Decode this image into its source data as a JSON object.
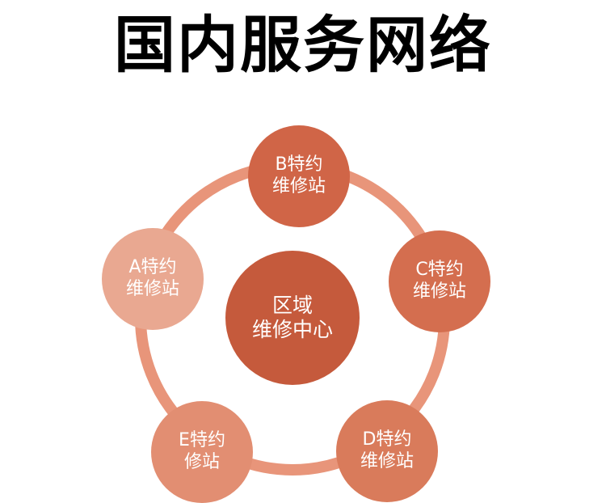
{
  "title": "国内服务网络",
  "colors": {
    "ring": "#e8957a",
    "center": "#c55a3c",
    "node_b": "#d06547",
    "node_c": "#d46e4f",
    "node_d": "#d97b5b",
    "node_e": "#e28e72",
    "node_a": "#e9a891"
  },
  "center": {
    "line1": "区域",
    "line2": "维修中心"
  },
  "nodes": {
    "b": {
      "line1": "B特约",
      "line2": "维修站"
    },
    "c": {
      "line1": "C特约",
      "line2": "维修站"
    },
    "d": {
      "line1": "D特约",
      "line2": "维修站"
    },
    "e": {
      "line1": "E特约",
      "line2": "修站"
    },
    "a": {
      "line1": "A特约",
      "line2": "维修站"
    }
  }
}
